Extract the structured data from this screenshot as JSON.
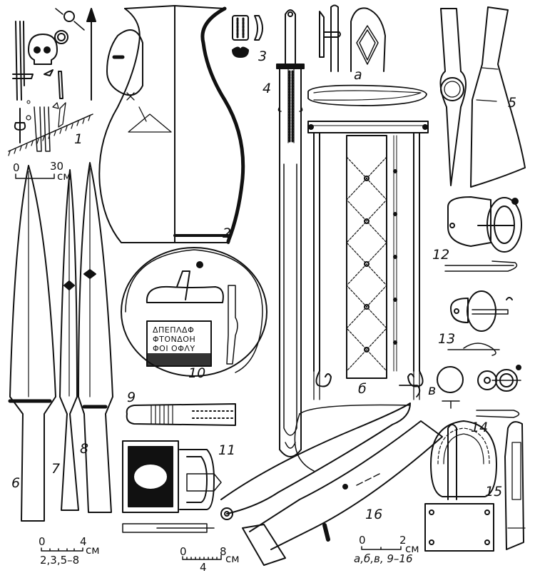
{
  "figure": {
    "type": "archaeological plate",
    "colors": {
      "ink": "#111111",
      "paper": "#ffffff"
    },
    "labels": {
      "burial": "1",
      "vessel": "2",
      "bead": "3",
      "sword": "4",
      "axe": "5",
      "spear_left": "6",
      "spear_mid": "7",
      "spear_right": "8",
      "strap_end": "9",
      "inscribed_buckle": "10",
      "framed_buckle": "11",
      "buckle_12": "12",
      "buckle_13": "13",
      "buckle_14": "14",
      "buckle_15": "15",
      "sheath_shears": "16",
      "detail_a": "а",
      "detail_b": "б",
      "detail_v": "в"
    },
    "scale_bars": [
      {
        "id": "burial-scale",
        "start": "0",
        "end": "30",
        "unit": "см",
        "applies_to": ""
      },
      {
        "id": "scale-main",
        "start": "0",
        "end": "4",
        "unit": "см",
        "applies_to": "2,3,5–8"
      },
      {
        "id": "scale-11",
        "start": "0",
        "end": "8",
        "unit": "см",
        "applies_to": "4"
      },
      {
        "id": "scale-small",
        "start": "0",
        "end": "2",
        "unit": "см",
        "applies_to": "а,б,в, 9–16"
      }
    ],
    "inscription": [
      "ΔΠΕΠΛΔΦ",
      "ΦΤΟΝΔΟΗ",
      "ΦΟΙ ΟΦΛΥ"
    ]
  }
}
